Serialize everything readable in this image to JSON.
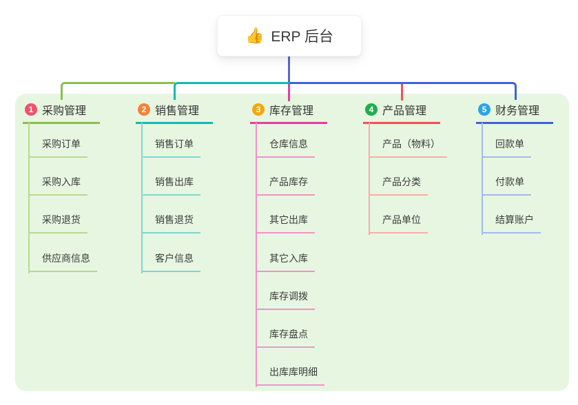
{
  "root": {
    "icon": "👍",
    "title": "ERP 后台"
  },
  "colors": {
    "panel_bg": "#e7f6e1",
    "root_connector": "#5a68c1",
    "branch_line_colors": [
      "#88bf4e",
      "#16b8af",
      "#e23e9d",
      "#f05150",
      "#3c62d6"
    ],
    "child_line_colors": [
      "#b6d98f",
      "#7fd6cf",
      "#f192c7",
      "#f8acab",
      "#a2b9eb"
    ],
    "badge_colors": [
      "#f0516d",
      "#f6813a",
      "#f7a60d",
      "#21ad4e",
      "#2ba3e8"
    ]
  },
  "branches": [
    {
      "num": "1",
      "label": "采购管理",
      "children": [
        "采购订单",
        "采购入库",
        "采购退货",
        "供应商信息"
      ]
    },
    {
      "num": "2",
      "label": "销售管理",
      "children": [
        "销售订单",
        "销售出库",
        "销售退货",
        "客户信息"
      ]
    },
    {
      "num": "3",
      "label": "库存管理",
      "children": [
        "仓库信息",
        "产品库存",
        "其它出库",
        "其它入库",
        "库存调拨",
        "库存盘点",
        "出库库明细"
      ]
    },
    {
      "num": "4",
      "label": "产品管理",
      "children": [
        "产品（物料）",
        "产品分类",
        "产品单位"
      ]
    },
    {
      "num": "5",
      "label": "财务管理",
      "children": [
        "回款单",
        "付款单",
        "结算账户"
      ]
    }
  ]
}
